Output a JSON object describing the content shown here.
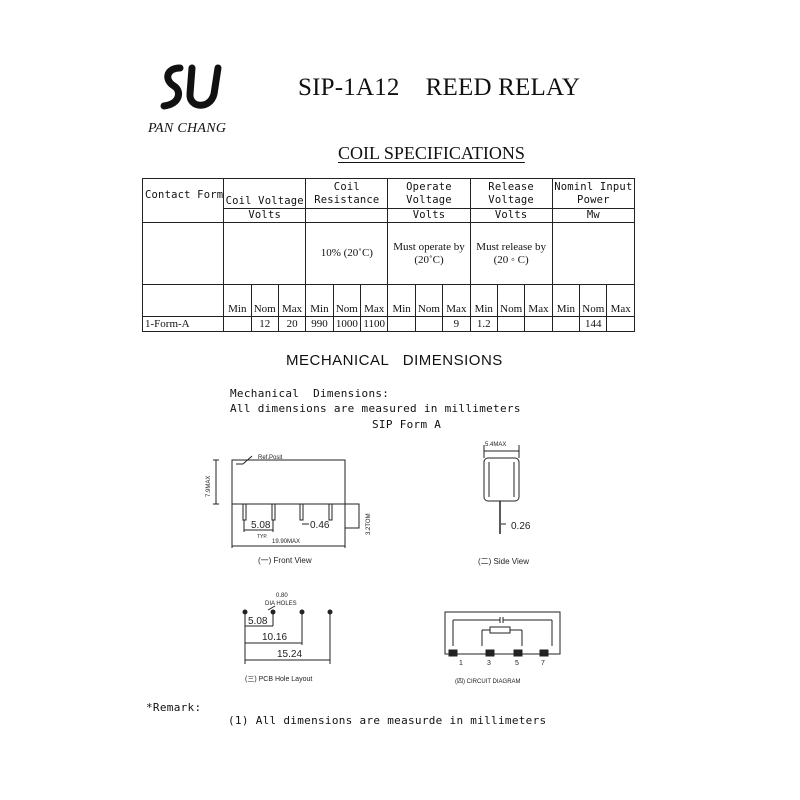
{
  "header": {
    "logo_text": "SU",
    "brand": "PAN CHANG",
    "title_part1": "SIP-1A12",
    "title_part2": "REED RELAY"
  },
  "coil_specifications": {
    "heading": "COIL SPECIFICATIONS",
    "headers": {
      "contact_form": "Contact Form",
      "coil_voltage": "Coil Voltage",
      "coil_voltage_unit": "Volts",
      "coil_resistance_line1": "Coil",
      "coil_resistance_line2": "Resistance",
      "operate_voltage_line1": "Operate",
      "operate_voltage_line2": "Voltage",
      "operate_unit": "Volts",
      "release_voltage_line1": "Release",
      "release_voltage_line2": "Voltage",
      "release_unit": "Volts",
      "power_line1": "Nominl Input",
      "power_line2": "Power",
      "power_unit": "Mw"
    },
    "notes": {
      "resistance": "10% (20˚C)",
      "operate_line1": "Must operate by",
      "operate_line2": "(20˚C)",
      "release_line1": "Must release by",
      "release_line2": "(20 ◦ C)"
    },
    "sub_headers": [
      "Min",
      "Nom",
      "Max",
      "Min",
      "Nom",
      "Max",
      "Min",
      "Nom",
      "Max",
      "Min",
      "Nom",
      "Max",
      "Min",
      "Nom",
      "Max"
    ],
    "rows": [
      {
        "contact_form": "1-Form-A",
        "values": [
          "",
          "12",
          "20",
          "990",
          "1000",
          "1100",
          "",
          "",
          "9",
          "1.2",
          "",
          "",
          "",
          "144",
          ""
        ]
      }
    ]
  },
  "mechanical": {
    "heading": "MECHANICAL   DIMENSIONS",
    "line1": "Mechanical  Dimensions:",
    "line2": "All dimensions are measured in millimeters",
    "line3": "SIP Form A",
    "front_view": {
      "ref_point": "Ref.Posit",
      "height": "7.9MAX",
      "pitch": "5.08",
      "pitch_note": "TYP.",
      "pin_dia": "0.46",
      "length": "19.90MAX",
      "pin_length": "3.2TOM",
      "caption": "(一) Front View"
    },
    "side_view": {
      "width": "5.4MAX",
      "thickness": "0.26",
      "caption": "(二) Side View"
    },
    "pcb_layout": {
      "holes_line1": "0.80",
      "holes_line2": "DIA HOLES",
      "dim1": "5.08",
      "dim2": "10.16",
      "dim3": "15.24",
      "caption": "(三) PCB Hole Layout"
    },
    "circuit": {
      "pins": [
        "1",
        "3",
        "5",
        "7"
      ],
      "caption": "(四) CIRCUIT DIAGRAM"
    }
  },
  "remark": {
    "label": "*Remark:",
    "note": "(1) All dimensions are measurde in millimeters"
  }
}
